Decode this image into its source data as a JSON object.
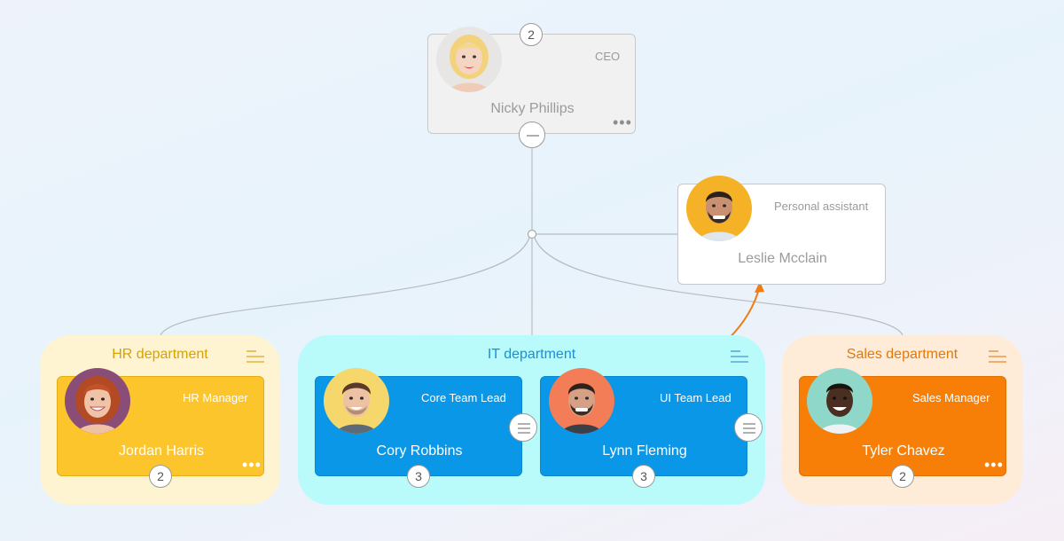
{
  "colors": {
    "hr_fill": "#fff4d2",
    "hr_title": "#d9a100",
    "it_fill": "#b9fbfb",
    "it_title": "#1a8fd6",
    "sales_fill": "#feebd8",
    "sales_title": "#e07a0c",
    "highlight_arrow": "#f07c14",
    "connector": "#b8bcc2"
  },
  "ceo": {
    "name": "Nicky Phillips",
    "role": "CEO",
    "badge": "2",
    "avatar_icon": "woman-blonde-avatar",
    "collapse_icon": "collapse-minus-icon",
    "more_icon": "more-dots-icon"
  },
  "assistant": {
    "name": "Leslie Mcclain",
    "role": "Personal assistant",
    "avatar_icon": "man-beard-avatar"
  },
  "departments": {
    "hr": {
      "title": "HR department",
      "menu_icon": "align-lines-icon",
      "member": {
        "name": "Jordan Harris",
        "role": "HR Manager",
        "badge": "2",
        "avatar_icon": "woman-curly-avatar"
      }
    },
    "it": {
      "title": "IT department",
      "menu_icon": "align-lines-icon",
      "members": [
        {
          "name": "Cory Robbins",
          "role": "Core Team Lead",
          "badge": "3",
          "avatar_icon": "man-smiling-avatar"
        },
        {
          "name": "Lynn Fleming",
          "role": "UI Team Lead",
          "badge": "3",
          "avatar_icon": "man-beard-avatar"
        }
      ]
    },
    "sales": {
      "title": "Sales department",
      "menu_icon": "align-lines-icon",
      "member": {
        "name": "Tyler Chavez",
        "role": "Sales Manager",
        "badge": "2",
        "avatar_icon": "man-dark-avatar"
      }
    }
  }
}
